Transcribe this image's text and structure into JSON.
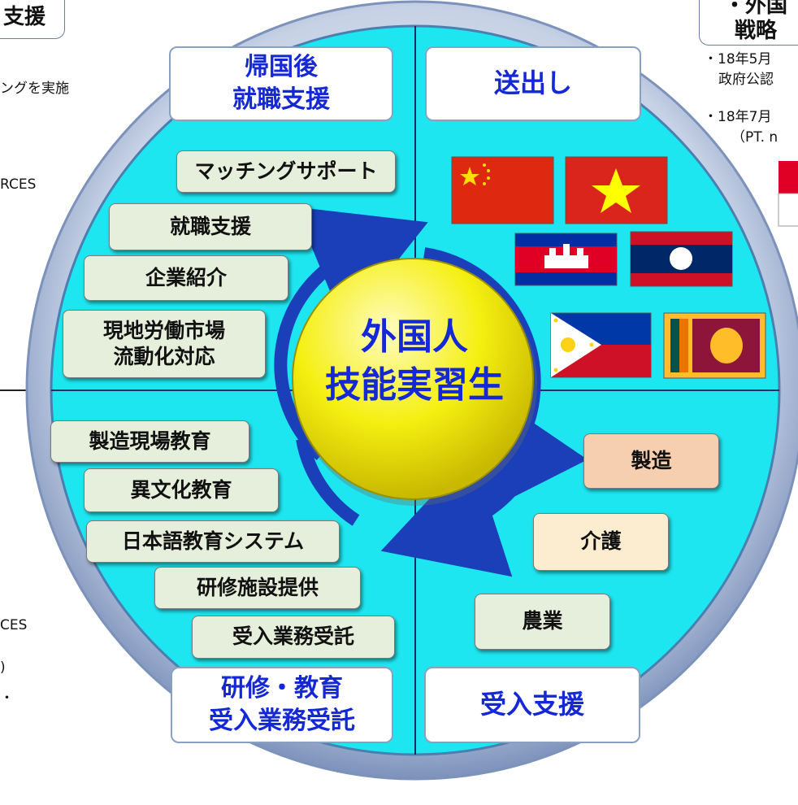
{
  "center": {
    "line1": "外国人",
    "line2": "技能実習生"
  },
  "quadrants": {
    "top_left": {
      "header_line1": "帰国後",
      "header_line2": "就職支援",
      "items": [
        "マッチングサポート",
        "就職支援",
        "企業紹介",
        "現地労働市場",
        "流動化対応"
      ]
    },
    "top_right": {
      "header": "送出し",
      "flags": [
        "china-flag",
        "vietnam-flag",
        "cambodia-flag",
        "laos-flag",
        "philippines-flag",
        "sri-lanka-flag"
      ]
    },
    "bottom_left": {
      "header_line1": "研修・教育",
      "header_line2": "受入業務受託",
      "items": [
        "製造現場教育",
        "異文化教育",
        "日本語教育システム",
        "研修施設提供",
        "受入業務受託"
      ]
    },
    "bottom_right": {
      "header": "受入支援",
      "items": [
        "製造",
        "介護",
        "農業"
      ]
    }
  },
  "left_panel": {
    "header_fragment": "支援",
    "text1": "ングを実施",
    "text2": "RCES",
    "text3": "CES",
    "text4": ")",
    "text5": "・"
  },
  "right_panel": {
    "header_line1": "・外国",
    "header_line2": "戦略",
    "text1": "・18年5月",
    "text2": "政府公認",
    "text3": "・18年7月",
    "text4": "（PT. n"
  },
  "colors": {
    "accent": "#1428d6",
    "disc": "#1ee6f0",
    "center": "#f5ef10",
    "ring": "#aabad6"
  }
}
